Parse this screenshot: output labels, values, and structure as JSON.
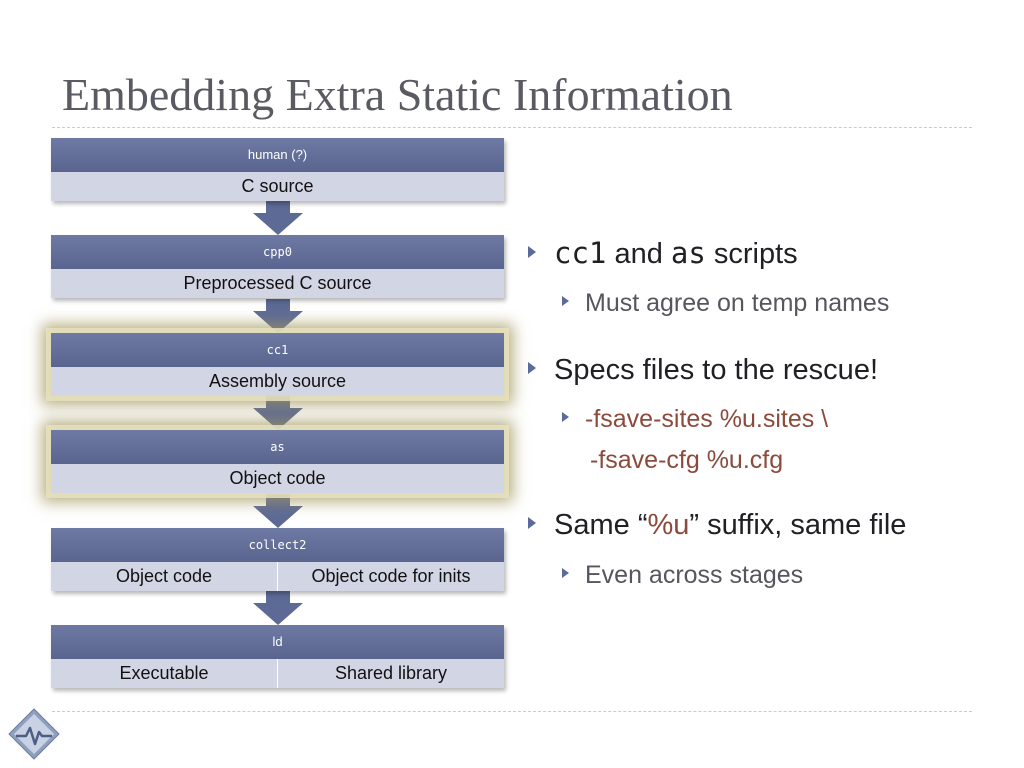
{
  "slide": {
    "title": "Embedding Extra Static Information"
  },
  "pipeline": {
    "arrow_color": "#5d6a96",
    "stages": [
      {
        "tool": "human (?)",
        "outputs": [
          "C source"
        ],
        "highlighted": false
      },
      {
        "tool": "cpp0",
        "outputs": [
          "Preprocessed C source"
        ],
        "highlighted": false
      },
      {
        "tool": "cc1",
        "outputs": [
          "Assembly source"
        ],
        "highlighted": true
      },
      {
        "tool": "as",
        "outputs": [
          "Object code"
        ],
        "highlighted": true
      },
      {
        "tool": "collect2",
        "outputs": [
          "Object code",
          "Object code for inits"
        ],
        "highlighted": false
      },
      {
        "tool": "ld",
        "outputs": [
          "Executable",
          "Shared library"
        ],
        "highlighted": false
      }
    ]
  },
  "bullets": {
    "b1": {
      "code1": "cc1",
      "t1": " and ",
      "code2": "as",
      "t2": " scripts"
    },
    "b1_sub": "Must agree on temp names",
    "b2": "Specs files to the rescue!",
    "b2_sub_line1": "-fsave-sites %u.sites \\",
    "b2_sub_line2": "-fsave-cfg %u.cfg",
    "b3": {
      "pre": "Same “",
      "token": "%u",
      "post": "” suffix, same file"
    },
    "b3_sub": "Even across stages"
  },
  "colors": {
    "header": "#5d6a96",
    "body": "#d2d5e4",
    "accent": "#8c4a3c",
    "bullet": "#5a6a9a"
  }
}
